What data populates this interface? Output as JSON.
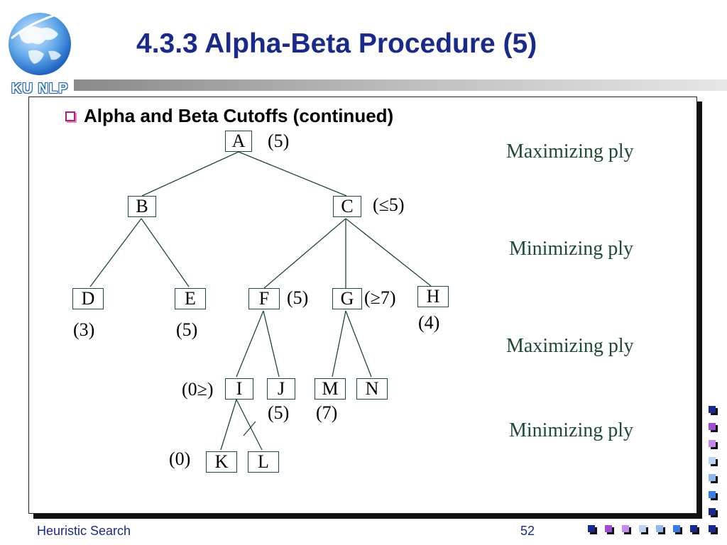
{
  "header": {
    "logo_text": "KU NLP",
    "title": "4.3.3 Alpha-Beta Procedure (5)"
  },
  "content": {
    "bullet": "Alpha and Beta Cutoffs (continued)"
  },
  "tree": {
    "nodes": {
      "A": "A",
      "B": "B",
      "C": "C",
      "D": "D",
      "E": "E",
      "F": "F",
      "G": "G",
      "H": "H",
      "I": "I",
      "J": "J",
      "M": "M",
      "N": "N",
      "K": "K",
      "L": "L"
    },
    "values": {
      "A": "(5)",
      "C": "(≤5)",
      "D": "(3)",
      "E": "(5)",
      "F": "(5)",
      "G": "(≥7)",
      "H": "(4)",
      "I": "(0≥)",
      "J": "(5)",
      "M": "(7)",
      "K": "(0)"
    },
    "edges": [
      [
        "A",
        "B"
      ],
      [
        "A",
        "C"
      ],
      [
        "B",
        "D"
      ],
      [
        "B",
        "E"
      ],
      [
        "C",
        "F"
      ],
      [
        "C",
        "G"
      ],
      [
        "C",
        "H"
      ],
      [
        "F",
        "I"
      ],
      [
        "F",
        "J"
      ],
      [
        "G",
        "M"
      ],
      [
        "G",
        "N"
      ],
      [
        "I",
        "K"
      ],
      [
        "I",
        "L"
      ]
    ],
    "cut_edge": [
      "I",
      "L"
    ]
  },
  "plies": [
    "Maximizing ply",
    "Minimizing ply",
    "Maximizing ply",
    "Minimizing ply"
  ],
  "footer": {
    "left": "Heuristic Search",
    "page": "52"
  },
  "colors": {
    "title": "#1a2a8c",
    "bullet": "#c0187a",
    "tree_line": "#1d4a35",
    "footer_squares": [
      "#1a2a8c",
      "#9b4fd6",
      "#c58be8",
      "#bcd4f2",
      "#8fb8ea",
      "#3a7be0",
      "#1a2a8c"
    ]
  }
}
